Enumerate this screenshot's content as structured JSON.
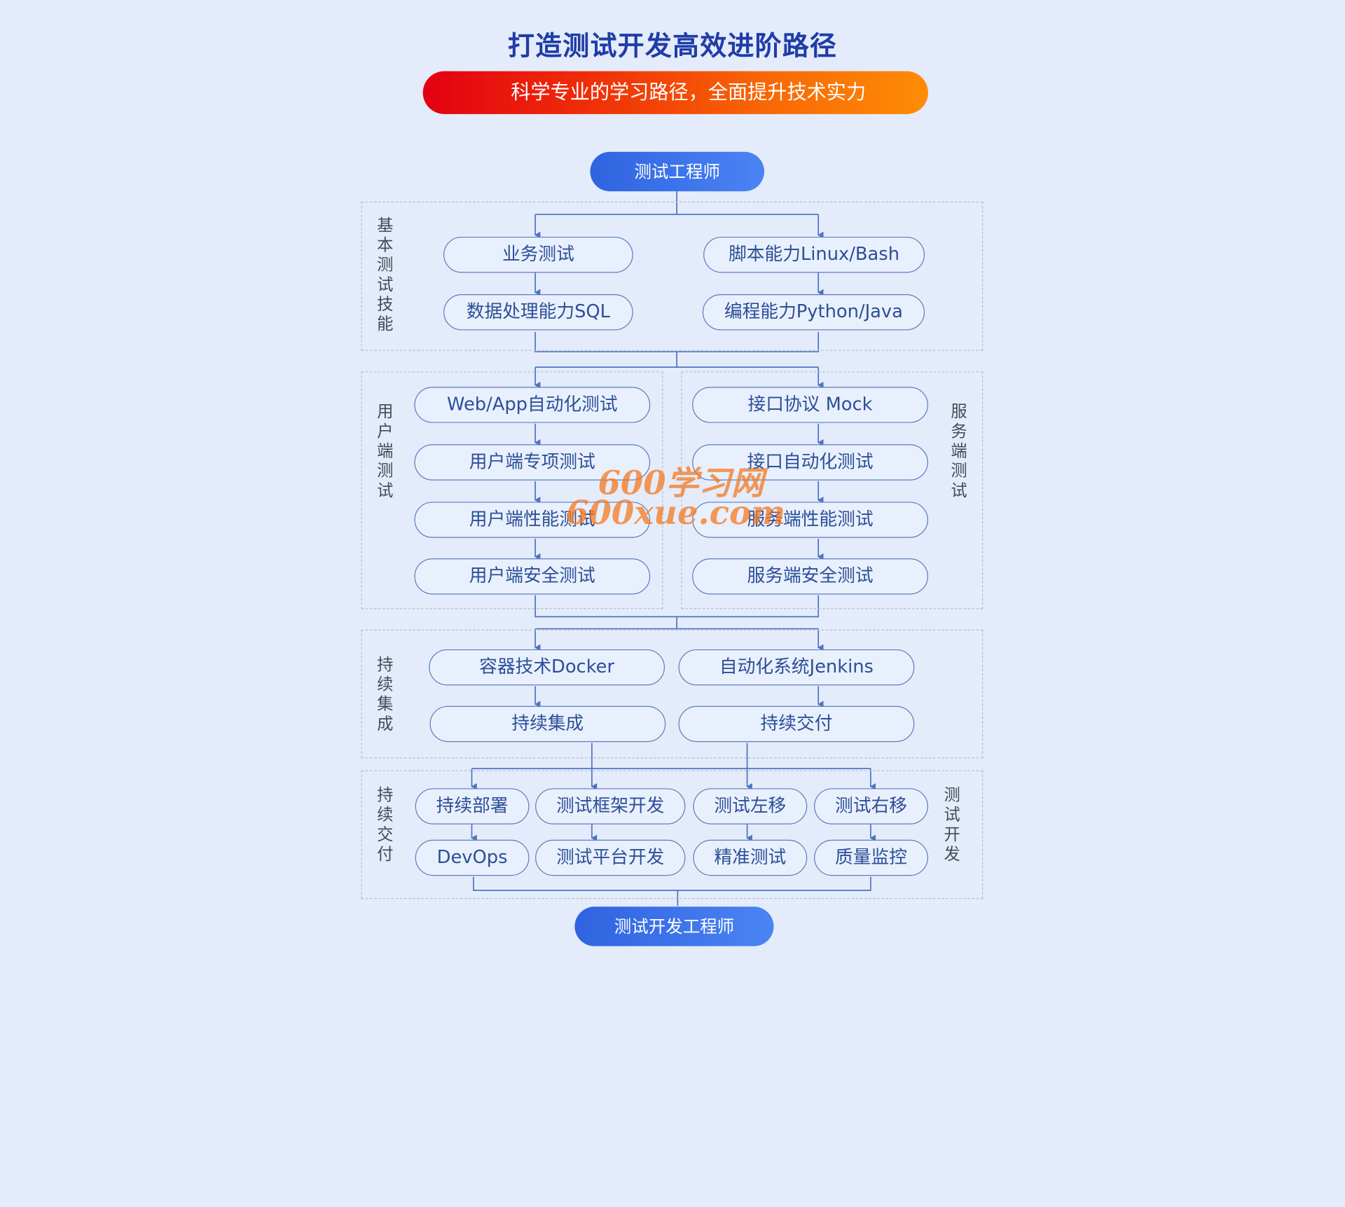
{
  "title": "打造测试开发高效进阶路径",
  "banner": "科学专业的学习路径，全面提升技术实力",
  "start_role": "测试工程师",
  "end_role": "测试开发工程师",
  "groups": {
    "basic": {
      "label": "基本测试技能",
      "left": [
        "业务测试",
        "数据处理能力SQL"
      ],
      "right": [
        "脚本能力Linux/Bash",
        "编程能力Python/Java"
      ]
    },
    "client": {
      "label": "用户端测试",
      "items": [
        "Web/App自动化测试",
        "用户端专项测试",
        "用户端性能测试",
        "用户端安全测试"
      ]
    },
    "server": {
      "label": "服务端测试",
      "items": [
        "接口协议 Mock",
        "接口自动化测试",
        "服务端性能测试",
        "服务端安全测试"
      ]
    },
    "ci": {
      "label": "持续集成",
      "left": [
        "容器技术Docker",
        "持续集成"
      ],
      "right": [
        "自动化系统Jenkins",
        "持续交付"
      ]
    },
    "cd": {
      "label": "持续交付",
      "right_label": "测试开发",
      "col1": [
        "持续部署",
        "DevOps"
      ],
      "col2": [
        "测试框架开发",
        "测试平台开发"
      ],
      "col3": [
        "测试左移",
        "精准测试"
      ],
      "col4": [
        "测试右移",
        "质量监控"
      ]
    }
  },
  "watermark": {
    "line1": "600学习网",
    "line2": "600xue.com"
  },
  "colors": {
    "background": "#e4ecfb",
    "title": "#1f3da8",
    "banner_start": "#e30012",
    "banner_end": "#fe8c05",
    "role_fill": "#3a6fe8",
    "pill_border": "#5c7cbe",
    "pill_text": "#2c4f97",
    "connector": "#4f74c2"
  }
}
